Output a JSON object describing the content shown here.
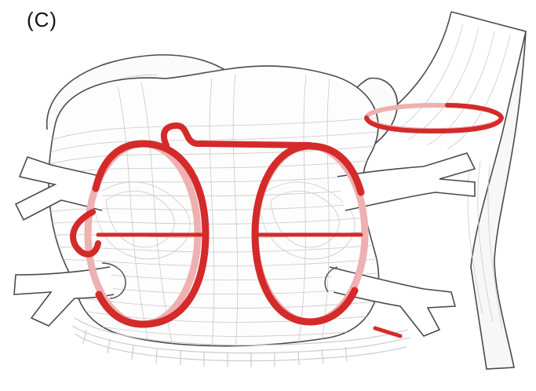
{
  "figure": {
    "panel_label": "(C)",
    "colors": {
      "outline": "#4a4a4a",
      "fibers": "#c8c8c8",
      "ring": "#d42a2a",
      "ring_faded": "#eeb0b0",
      "background": "#ffffff"
    },
    "elements": [
      "left-atrium-body",
      "superior-vena-cava",
      "left-atrial-appendage",
      "left-pulmonary-veins",
      "right-pulmonary-veins",
      "coronary-sinus",
      "left-pv-encircling-ring",
      "right-pv-encircling-ring",
      "roof-line",
      "svc-isolation-ring",
      "mitral-isthmus-line"
    ]
  }
}
